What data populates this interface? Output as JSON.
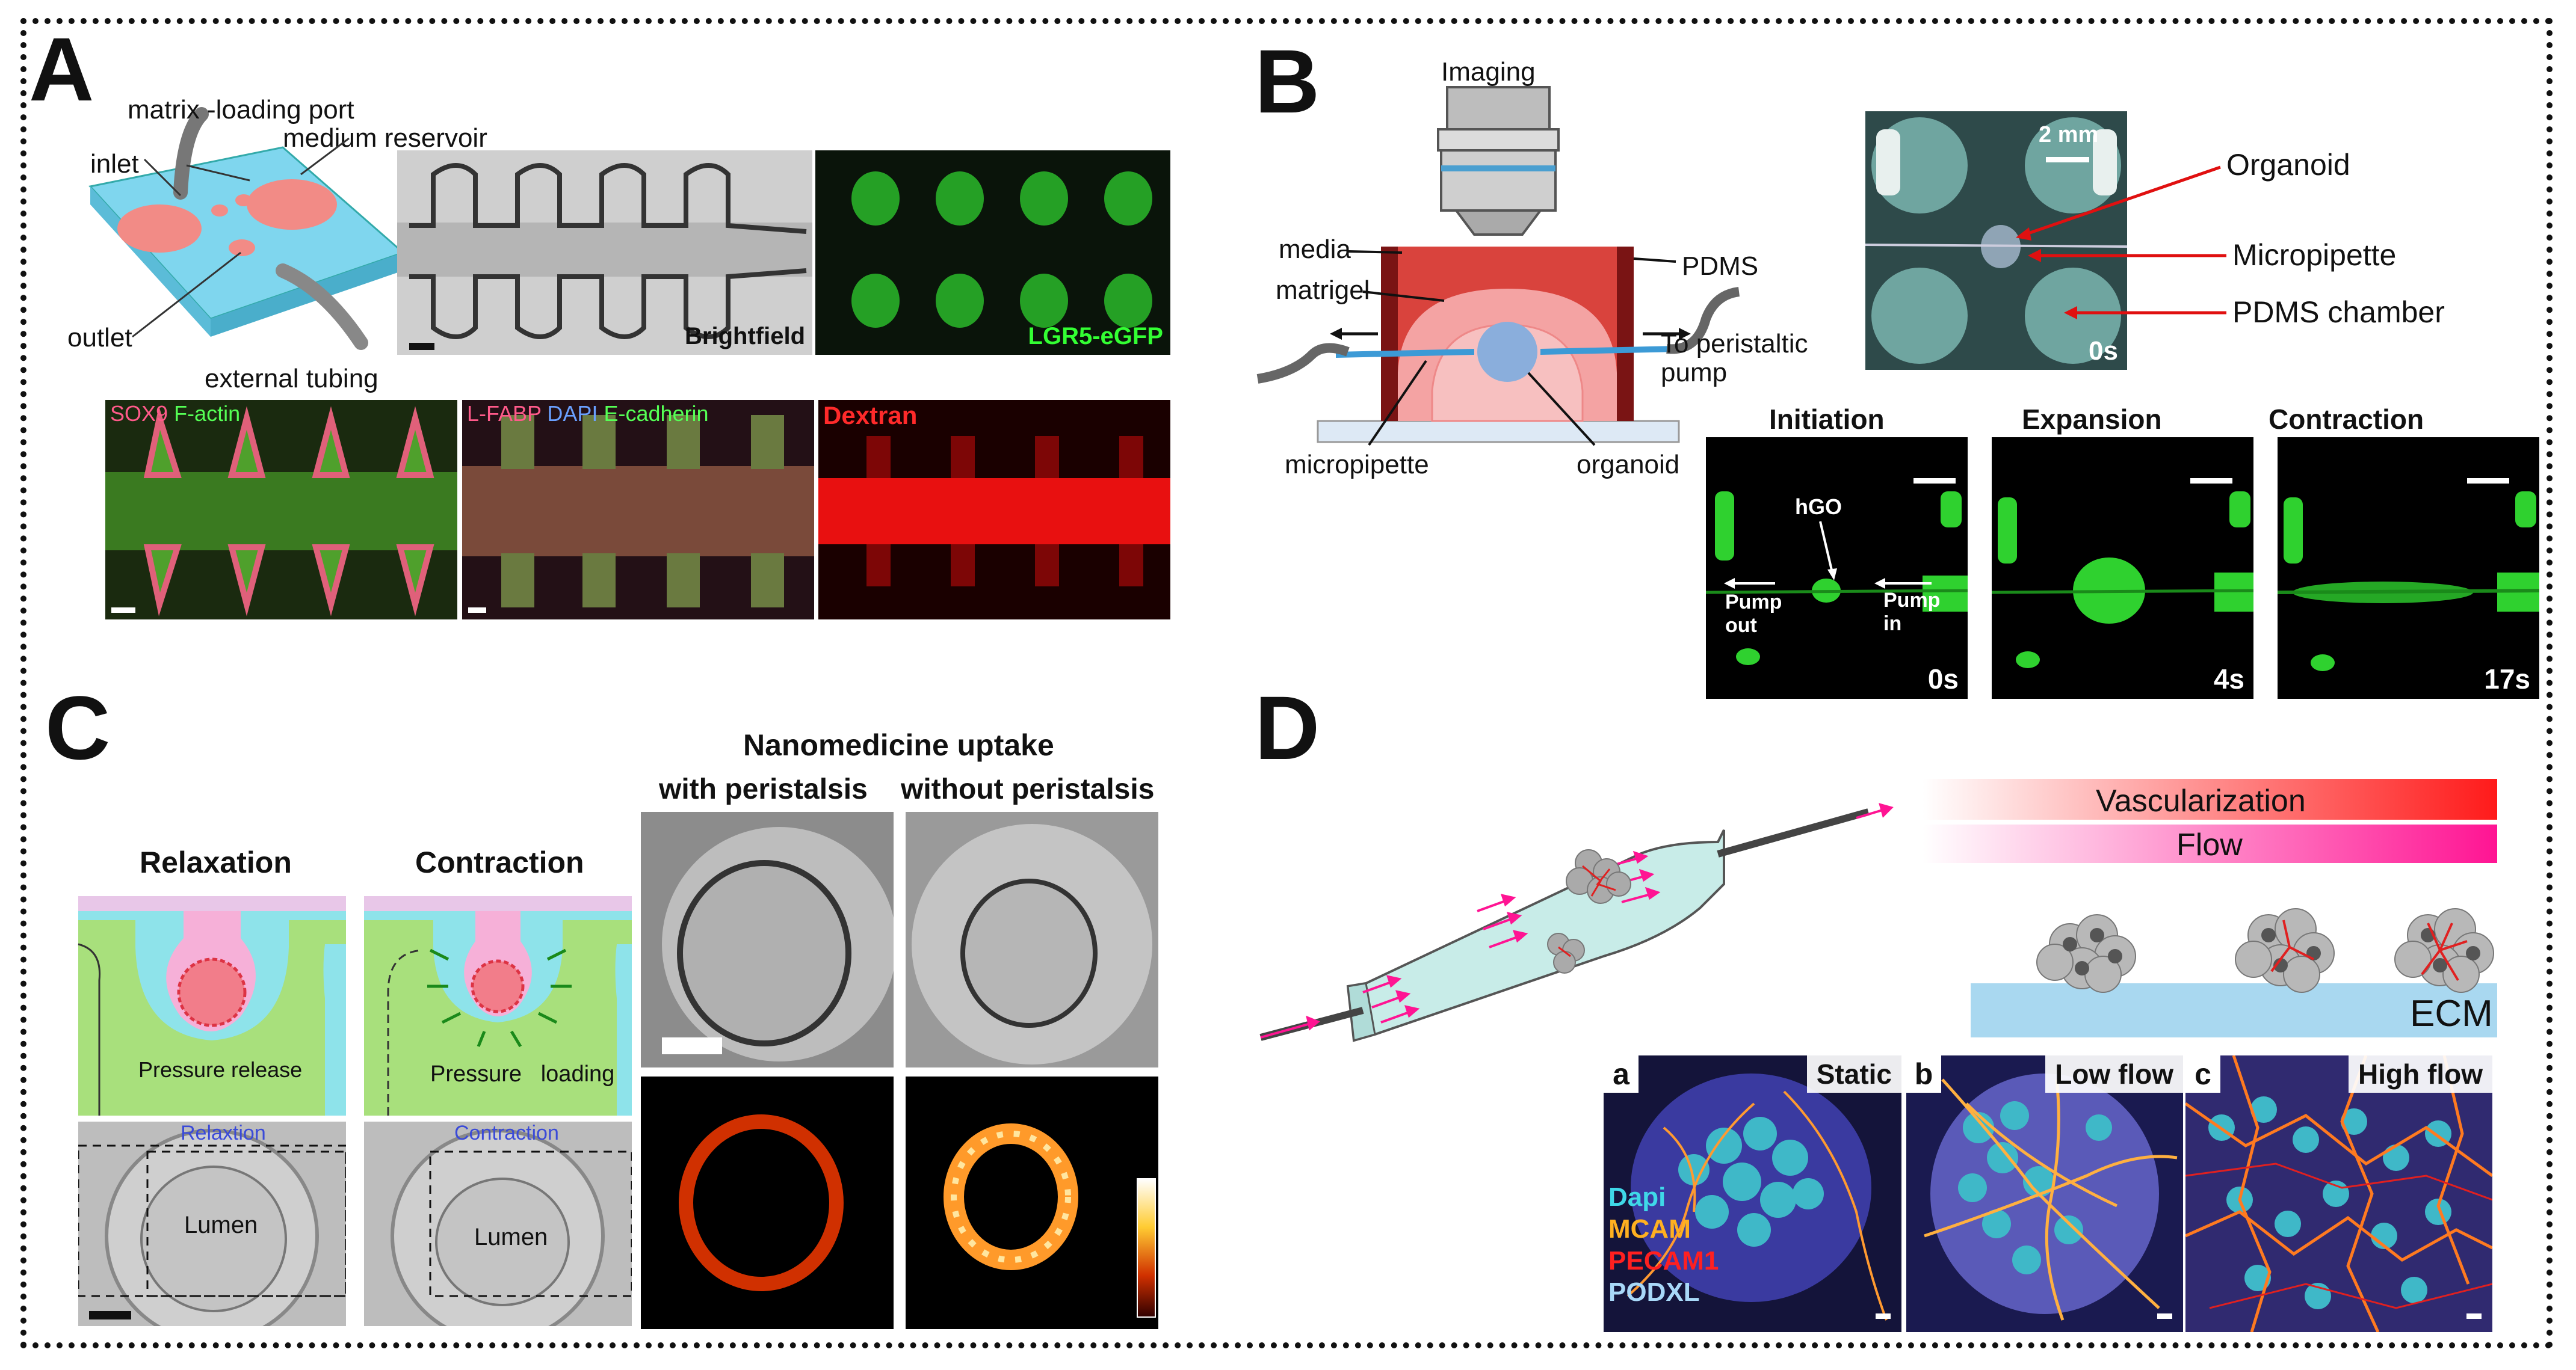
{
  "panels": {
    "A": {
      "letter": "A",
      "schematic": {
        "matrix_port": "matrix -loading port",
        "medium_reservoir": "medium reservoir",
        "inlet": "inlet",
        "outlet": "outlet",
        "external_tubing": "external tubing"
      },
      "brightfield": "Brightfield",
      "lgr5": "LGR5-eGFP",
      "stain1": {
        "a": "SOX9",
        "b": "F-actin"
      },
      "stain2": {
        "a": "L-FABP",
        "b": "DAPI",
        "c": "E-cadherin"
      },
      "dextran": "Dextran"
    },
    "B": {
      "letter": "B",
      "imaging": "Imaging",
      "media": "media",
      "matrigel": "matrigel",
      "pdms": "PDMS",
      "peristaltic": "To peristaltic\npump",
      "micropipette": "micropipette",
      "organoid": "organoid",
      "photo_scale": "2 mm",
      "photo_time": "0s",
      "callouts": {
        "organoid": "Organoid",
        "micropipette": "Micropipette",
        "chamber": "PDMS chamber"
      },
      "phases": [
        {
          "title": "Initiation",
          "time": "0s"
        },
        {
          "title": "Expansion",
          "time": "4s"
        },
        {
          "title": "Contraction",
          "time": "17s"
        }
      ],
      "hgo": "hGO",
      "pump_out": "Pump\nout",
      "pump_in": "Pump\nin"
    },
    "C": {
      "letter": "C",
      "relaxation": "Relaxation",
      "contraction": "Contraction",
      "pressure_release": "Pressure release",
      "pressure_loading": "Pressure   loading",
      "photo_relax": "Relaxtion",
      "photo_contract": "Contraction",
      "lumen": "Lumen",
      "nano_title": "Nanomedicine uptake",
      "with": "with peristalsis",
      "without": "without peristalsis"
    },
    "D": {
      "letter": "D",
      "vascularization": "Vascularization",
      "flow": "Flow",
      "ecm": "ECM",
      "panels": [
        {
          "letter": "a",
          "title": "Static"
        },
        {
          "letter": "b",
          "title": "Low flow"
        },
        {
          "letter": "c",
          "title": "High flow"
        }
      ],
      "stains": [
        "Dapi",
        "MCAM",
        "PECAM1",
        "PODXL"
      ]
    }
  }
}
